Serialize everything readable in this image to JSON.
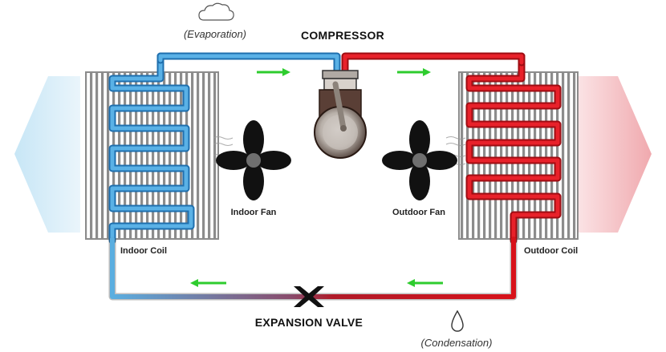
{
  "labels": {
    "evaporation": "(Evaporation)",
    "compressor": "COMPRESSOR",
    "indoor_fan": "Indoor Fan",
    "outdoor_fan": "Outdoor Fan",
    "indoor_coil": "Indoor Coil",
    "outdoor_coil": "Outdoor Coil",
    "expansion_valve": "EXPANSION VALVE",
    "condensation": "(Condensation)"
  },
  "icons": {
    "evaporation": "cloud-icon",
    "condensation": "water-drop-icon",
    "flow": "arrow-icon",
    "fan": "fan-icon"
  },
  "colors": {
    "cold_line": "#4a9fd8",
    "hot_line": "#e0121b",
    "flow_arrow": "#2ecc2e",
    "cold_air": "#bfe1f3",
    "hot_air": "#f3b9bd",
    "coil_fins": "#8a8a8a",
    "valve": "#111111"
  }
}
